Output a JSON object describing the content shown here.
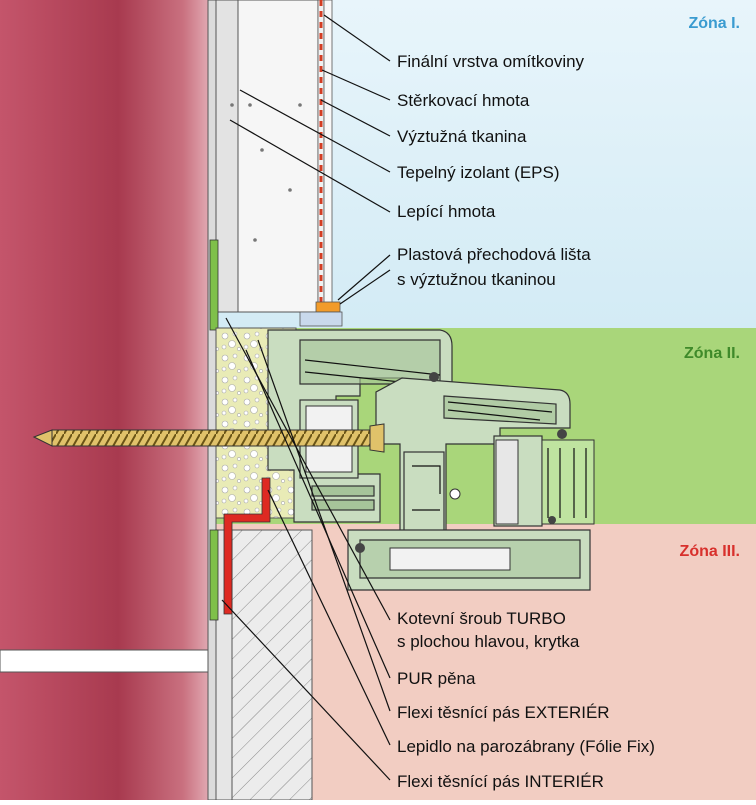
{
  "zones": {
    "zone1": "Zóna I.",
    "zone2": "Zóna II.",
    "zone3": "Zóna III."
  },
  "labels": {
    "finish_render": "Finální vrstva omítkoviny",
    "base_coat": "Stěrkovací hmota",
    "mesh": "Výztužná tkanina",
    "insulation": "Tepelný izolant (EPS)",
    "adhesive": "Lepící hmota",
    "trim_strip_1": "Plastová přechodová lišta",
    "trim_strip_2": "s výztužnou tkaninou",
    "anchor_screw_1": "Kotevní šroub TURBO",
    "anchor_screw_2": "s plochou hlavou, krytka",
    "pur_foam": "PUR pěna",
    "tape_exterior": "Flexi těsnící pás EXTERIÉR",
    "vapor_glue": "Lepidlo na parozábrany (Fólie Fix)",
    "tape_interior": "Flexi těsnící pás INTERIÉR"
  },
  "colors": {
    "zone1_bg": "#dff0f7",
    "zone2_bg": "#a9d67a",
    "zone3_bg": "#f2cdc2",
    "wall": "#b8475a",
    "zone1_text": "#3a9bd0",
    "zone2_text": "#3f8a2a",
    "zone3_text": "#d8302c"
  }
}
